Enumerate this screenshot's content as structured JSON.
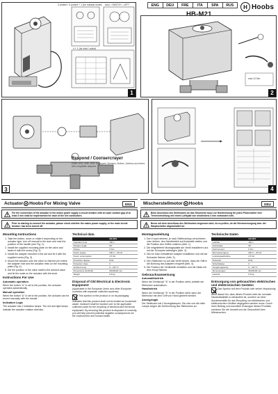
{
  "header": {
    "languages": [
      "ENG",
      "DEU",
      "FRE",
      "ITA",
      "SPA",
      "RUS"
    ],
    "model": "HB-M21",
    "brand": "Hoobs",
    "brand_mark": "H"
  },
  "panel_labels": {
    "p1_caption_a": "3 protect / 3 protect + 1 (for manual mode)",
    "p1_caption_b": "Ausl. / SWITCH - LEFT",
    "p1_caption_c": "4 + 1 (for inlet / outlet)",
    "p2_caption": "max 12 Nm",
    "respond_title": "Respond / Соответствует",
    "respond_caption": "ESBE VRG, VRB, VRH; Honeywell, Siemens, Meibes, Danfoss and others with compatible adapters"
  },
  "panels": [
    {
      "num": "1"
    },
    {
      "num": "2"
    },
    {
      "num": "3"
    },
    {
      "num": "4"
    }
  ],
  "eng": {
    "title_prefix": "Actuator",
    "title_suffix": "For Mixing Valve",
    "brand_mark": "H",
    "brand": "Hoobs",
    "lang": "ENG",
    "warn1": "For the connection of the actuator to the mains power supply a circuit breaker with an open contact gap of at least 3 mm shall be implemented for each of the live conductors.",
    "warn2": "Prior to starting to connect the actuator, please check whether the mains power supply, or the main circuit breaker, has been turned off.",
    "mounting_title": "Mounting Instructions",
    "mounting_steps": [
      "Take the button, move or rotate it depending on the actuator type, turn off manual to the auto and note the position of the handle (see Fig. 1).",
      "Install the supplied mounting plate on the valve and fasten it with the screw (Fig. 2).",
      "Install the adapter included in the set and fix it with the supplied screw (Fig. 3).",
      "Mount the actuator onto the valve so that the pin enters the adapter hole and the actuator rests on the mounting plate (Fig. 4).",
      "Set the position of the valve shaft to the desired value and fix the scale on the actuator with the knob."
    ],
    "manual_title": "Instructions For Use",
    "manual_h1": "Automatic operation",
    "manual_p1": "When the button \"A\" is set to the position, the actuator operates automatically.",
    "manual_h2": "Manual operation",
    "manual_p2": "When the button \"A\" is set to the position, the actuator can be turned manually with the handle.",
    "manual_h3": "Indication Logic",
    "manual_p3": "The actuator has 2 indication lamps. The red and light lamps indicate the actuator rotation direction.",
    "tech_title": "Technical data",
    "tech_head": [
      "",
      "HB-M21"
    ],
    "tech_rows": [
      [
        "Operation time",
        "120 s"
      ],
      [
        "Rotation angle",
        "90°"
      ],
      [
        "Torque",
        "6 Nm"
      ],
      [
        "Power supply",
        "230 V ~ 50 Hz"
      ],
      [
        "Power consumption",
        "4.5 VA"
      ],
      [
        "Protection degree",
        "IP44"
      ],
      [
        "Protection class",
        "II"
      ],
      [
        "Ambient temp.",
        "0...+50 °C"
      ],
      [
        "Dimensions (HxWxD)",
        "96x96x93 mm"
      ],
      [
        "Weight",
        "0.5 kg"
      ]
    ],
    "disposal_title": "Disposal of Old Electrical & Electronic Equipment",
    "disposal_sub": "(Applicable in the European Union and other European countries with separate collection systems)",
    "disposal_text": "This symbol on the product or on its packaging indicates that this product shall not be treated as household waste. Instead it shall be handed over to the applicable collection point for the recycling of electrical and electronic equipment. By ensuring this product is disposed of correctly, you will help prevent potential negative consequences for the environment and human health."
  },
  "deu": {
    "title_prefix": "Mischerstellmotor",
    "brand_mark": "H",
    "brand": "Hoobs",
    "lang": "DEU",
    "warn1": "Beim Anschluss des Stellmotors an das Stromnetz muss zur Netztrennung für jeden Phasenleiter eine Trennvorrichtung mit einem Luftspalt von mindestens 3 mm vorhanden sein.",
    "warn2": "Bevor mit dem Anschluss des Stellmotors begonnen wird, ist zu prüfen, ob die Stromversorgung bzw. der Hauptschalter abgeschaltet ist.",
    "mounting_title": "Montageanleitung",
    "mounting_steps": [
      "Den Knopf nehmen, je nach Stellmotortyp verschieben oder drehen, den Handbetrieb auf Automatik stellen und die Position des Griffes notieren (Abb. 1).",
      "Die mitgelieferte Montageplatte am Ventil installieren und mit der Schraube befestigen (Abb. 2).",
      "Den im Satz enthaltenen Adapter installieren und mit der Schraube fixieren (Abb. 3).",
      "Den Stellmotor so auf das Ventil setzen, dass der Stift in die Bohrung des Adapters eingreift (Abb. 4).",
      "Die Position der Ventilwelle einstellen und die Skala mit dem Knopf fixieren."
    ],
    "manual_title": "Gebrauchsanweisung",
    "manual_h1": "Automatikbetrieb",
    "manual_p1": "Wenn der Drehknopf \"A\" in der Position steht, arbeitet der Stellmotor automatisch.",
    "manual_h2": "Handbetrieb",
    "manual_p2": "Wenn der Drehknopf \"A\" in der Position steht, kann der Stellmotor mit dem Griff von Hand gedreht werden.",
    "manual_h3": "Anzeigelogik",
    "manual_p3": "Der Stellmotor hat 2 Anzeigelampen. Die rote und die helle Lampe zeigen die Drehrichtung des Stellmotors an.",
    "tech_title": "Technische Daten",
    "tech_head": [
      "",
      "HB-M21"
    ],
    "tech_rows": [
      [
        "Laufzeit",
        "120 s"
      ],
      [
        "Drehwinkel",
        "90°"
      ],
      [
        "Drehmoment",
        "6 Nm"
      ],
      [
        "Stromversorgung",
        "230 V ~ 50 Hz"
      ],
      [
        "Leistungsaufnahme",
        "4.5 VA"
      ],
      [
        "Schutzart",
        "IP44"
      ],
      [
        "Schutzklasse",
        "II"
      ],
      [
        "Umgebungstemp.",
        "0...+50 °C"
      ],
      [
        "Abmessungen",
        "96x96x93 mm"
      ],
      [
        "Gewicht",
        "0.5 kg"
      ]
    ],
    "disposal_title": "Entsorgung von gebrauchten elektrischen und elektronischen Geräten",
    "disposal_text": "Das Symbol auf dem Produkt oder seiner Verpackung weist darauf hin, dass dieses Produkt nicht als normaler Haushaltsabfall zu behandeln ist, sondern an einer Annahmestelle für das Recycling von elektrischen und elektronischen Geräten abgegeben werden muss. Durch Ihren Beitrag zum korrekten Entsorgen dieses Produkts schützen Sie die Umwelt und die Gesundheit Ihrer Mitmenschen."
  }
}
